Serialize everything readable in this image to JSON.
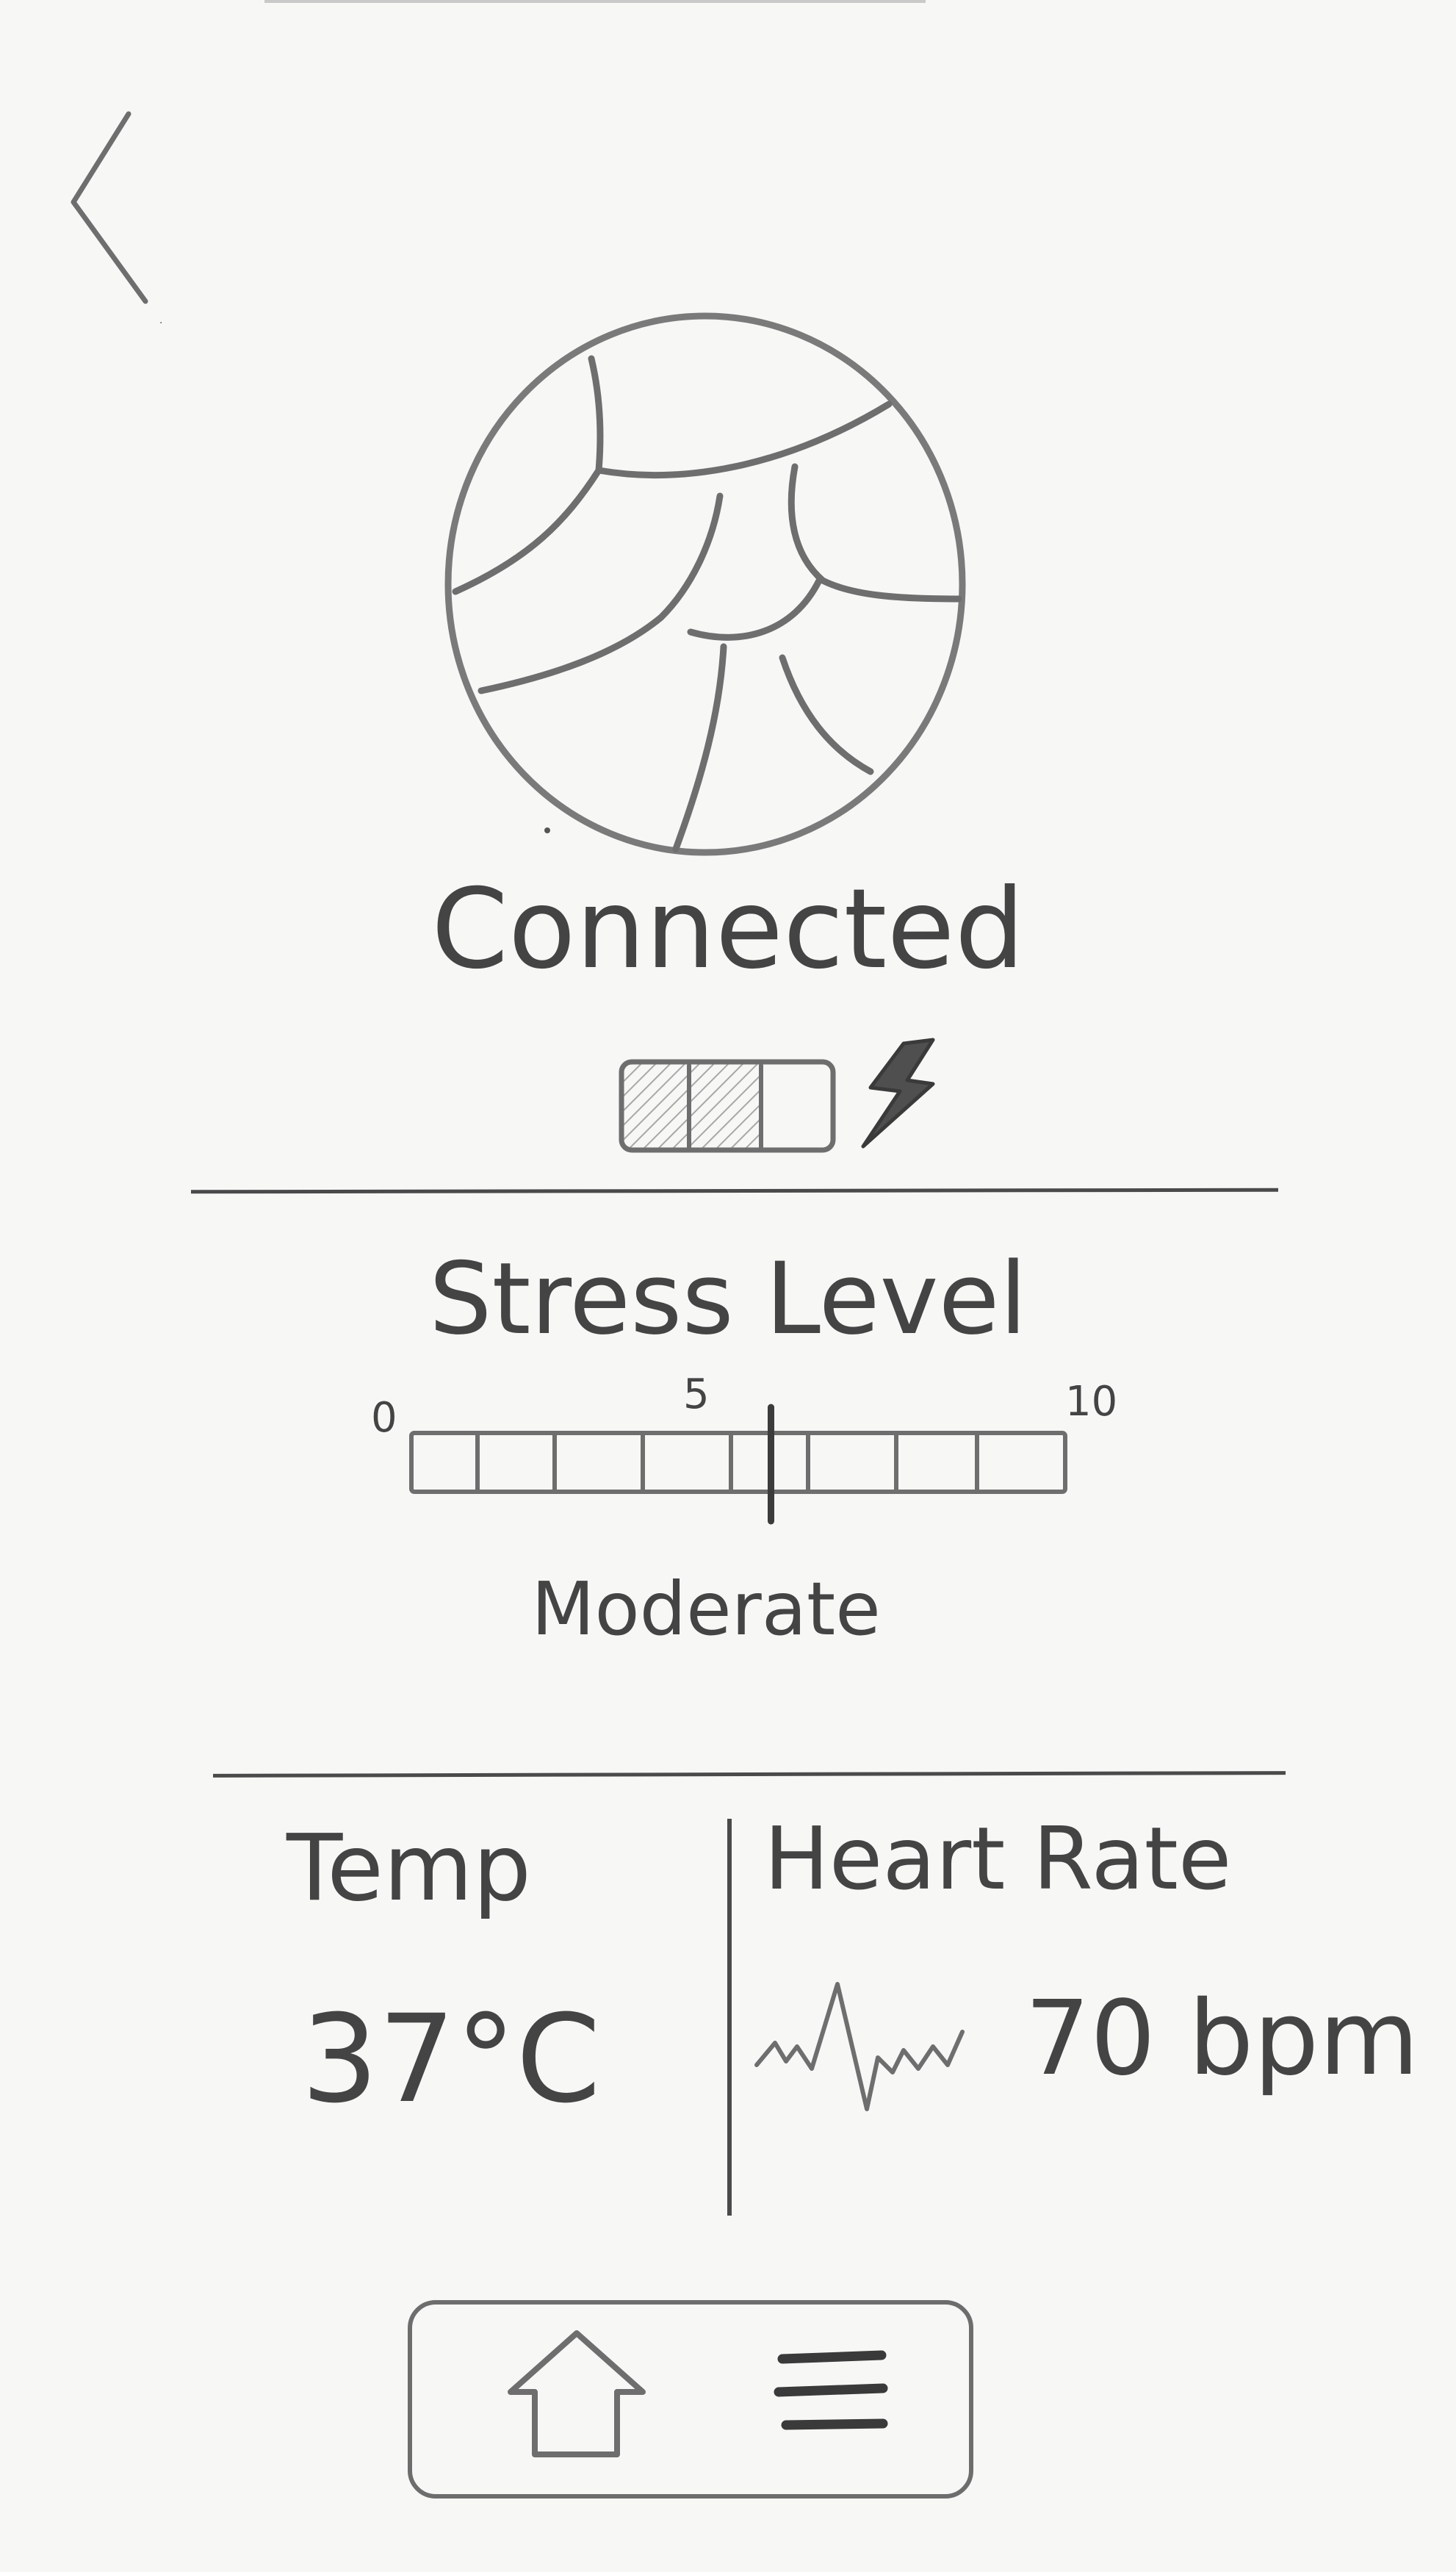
{
  "device": {
    "connection_status": "Connected",
    "battery_level": 0.67,
    "charging": true
  },
  "stress": {
    "title": "Stress Level",
    "min_label": "0",
    "mid_label": "5",
    "max_label": "10",
    "value": 5.5,
    "status": "Moderate"
  },
  "metrics": {
    "temperature": {
      "label": "Temp",
      "value": "37°C"
    },
    "heart_rate": {
      "label": "Heart Rate",
      "value": "70 bpm"
    }
  },
  "icons": {
    "back": "chevron-left-icon",
    "device": "cracked-sphere-icon",
    "charging": "lightning-bolt-icon",
    "heartbeat": "heartbeat-wave-icon",
    "home": "home-icon",
    "menu": "hamburger-menu-icon"
  },
  "colors": {
    "ink": "#6e6e6e",
    "paper": "#f7f7f6"
  }
}
